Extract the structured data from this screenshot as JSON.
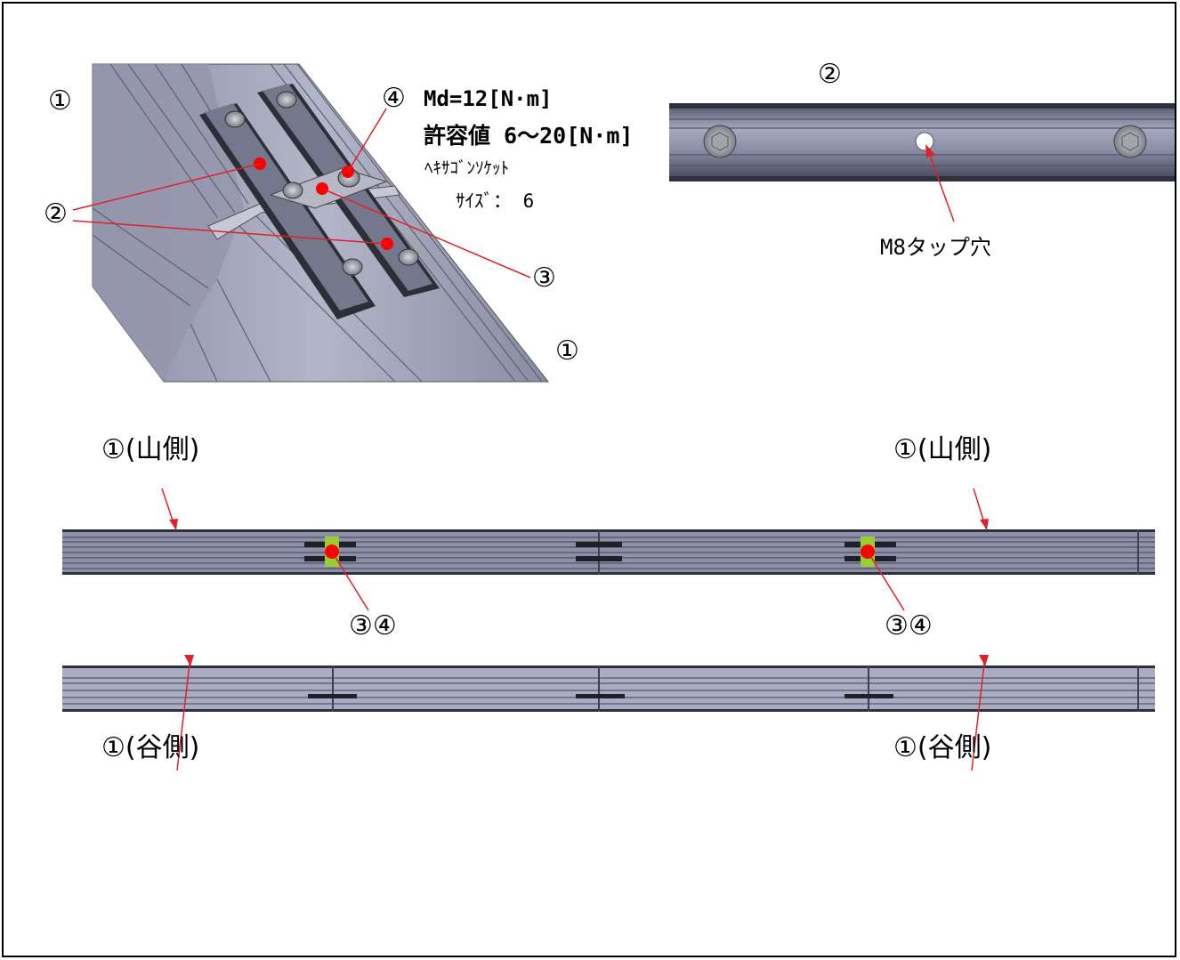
{
  "iso_view": {
    "label_part1_top": "①",
    "label_part1_bottom": "①",
    "label_part2": "②",
    "label_part3": "③",
    "label_part4": "④"
  },
  "spec": {
    "torque": "Md=12[N·m]",
    "allowable": "許容値 6～20[N·m]",
    "socket": "ﾍｷｻｺﾞﾝｿｹｯﾄ",
    "size": "ｻｲｽﾞ： 6"
  },
  "plate_view": {
    "label_part2": "②",
    "tap_hole": "M8タップ穴"
  },
  "ridge_view": {
    "left_label": "①(山側)",
    "right_label": "①(山側)",
    "left_marker": "③④",
    "right_marker": "③④"
  },
  "valley_view": {
    "left_label": "①(谷側)",
    "right_label": "①(谷側)"
  },
  "colors": {
    "rail": "#8a8ea8",
    "rail_dark": "#3a3c48",
    "marker": "#ff0000",
    "highlight": "#9acd32",
    "leader": "#e0202a"
  }
}
